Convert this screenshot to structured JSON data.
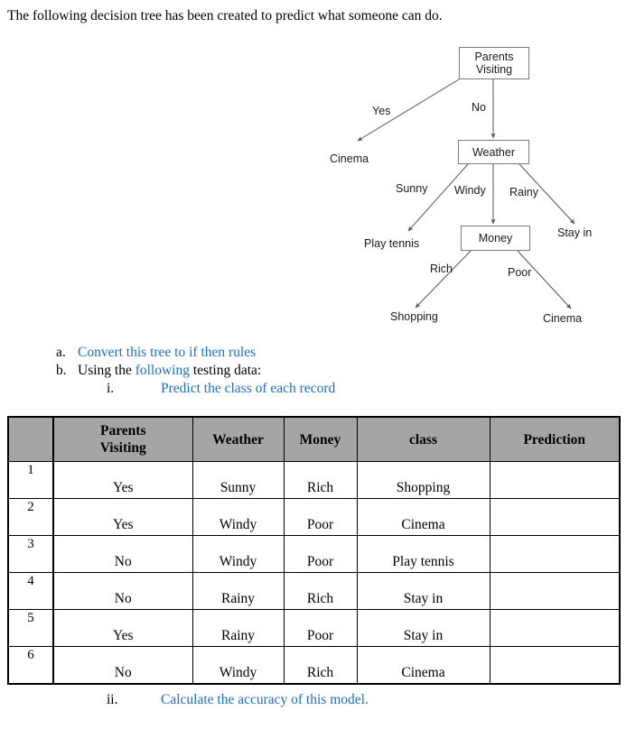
{
  "intro": {
    "text": "The following decision tree has been created to predict what someone can do."
  },
  "tree": {
    "nodes": [
      {
        "id": "parents-visiting",
        "label": "Parents\nVisiting"
      },
      {
        "id": "weather",
        "label": "Weather"
      },
      {
        "id": "money",
        "label": "Money"
      }
    ],
    "node_labels": {
      "parents_visiting_line1": "Parents",
      "parents_visiting_line2": "Visiting",
      "weather": "Weather",
      "money": "Money"
    },
    "edge_labels": {
      "yes": "Yes",
      "no": "No",
      "sunny": "Sunny",
      "windy": "Windy",
      "rainy": "Rainy",
      "rich": "Rich",
      "poor": "Poor"
    },
    "leaves": {
      "cinema_top": "Cinema",
      "play_tennis": "Play tennis",
      "stay_in": "Stay in",
      "shopping": "Shopping",
      "cinema_bottom": "Cinema"
    }
  },
  "questions": {
    "a": {
      "marker": "a.",
      "text": "Convert this tree to if then rules"
    },
    "b": {
      "marker": "b.",
      "before": "Using the ",
      "link": "following",
      "after": " testing data:"
    },
    "b_i": {
      "marker": "i.",
      "text": "Predict the class of each record"
    },
    "b_ii": {
      "marker": "ii.",
      "text": "Calculate the accuracy of this model."
    }
  },
  "table": {
    "headers": [
      "",
      "Parents Visiting",
      "Weather",
      "Money",
      "class",
      "Prediction"
    ],
    "header_parents_line1": "Parents",
    "header_parents_line2": "Visiting",
    "rows": [
      {
        "num": "1",
        "parents_visiting": "Yes",
        "weather": "Sunny",
        "money": "Rich",
        "class": "Shopping",
        "prediction": ""
      },
      {
        "num": "2",
        "parents_visiting": "Yes",
        "weather": "Windy",
        "money": "Poor",
        "class": "Cinema",
        "prediction": ""
      },
      {
        "num": "3",
        "parents_visiting": "No",
        "weather": "Windy",
        "money": "Poor",
        "class": "Play tennis",
        "prediction": ""
      },
      {
        "num": "4",
        "parents_visiting": "No",
        "weather": "Rainy",
        "money": "Rich",
        "class": "Stay in",
        "prediction": ""
      },
      {
        "num": "5",
        "parents_visiting": "Yes",
        "weather": "Rainy",
        "money": "Poor",
        "class": "Stay in",
        "prediction": ""
      },
      {
        "num": "6",
        "parents_visiting": "No",
        "weather": "Windy",
        "money": "Rich",
        "class": "Cinema",
        "prediction": ""
      }
    ]
  },
  "colors": {
    "link_blue": "#1f6fc0",
    "header_gray": "#a5a5a5",
    "node_border": "#7a7a7a",
    "text_black": "#000000"
  }
}
